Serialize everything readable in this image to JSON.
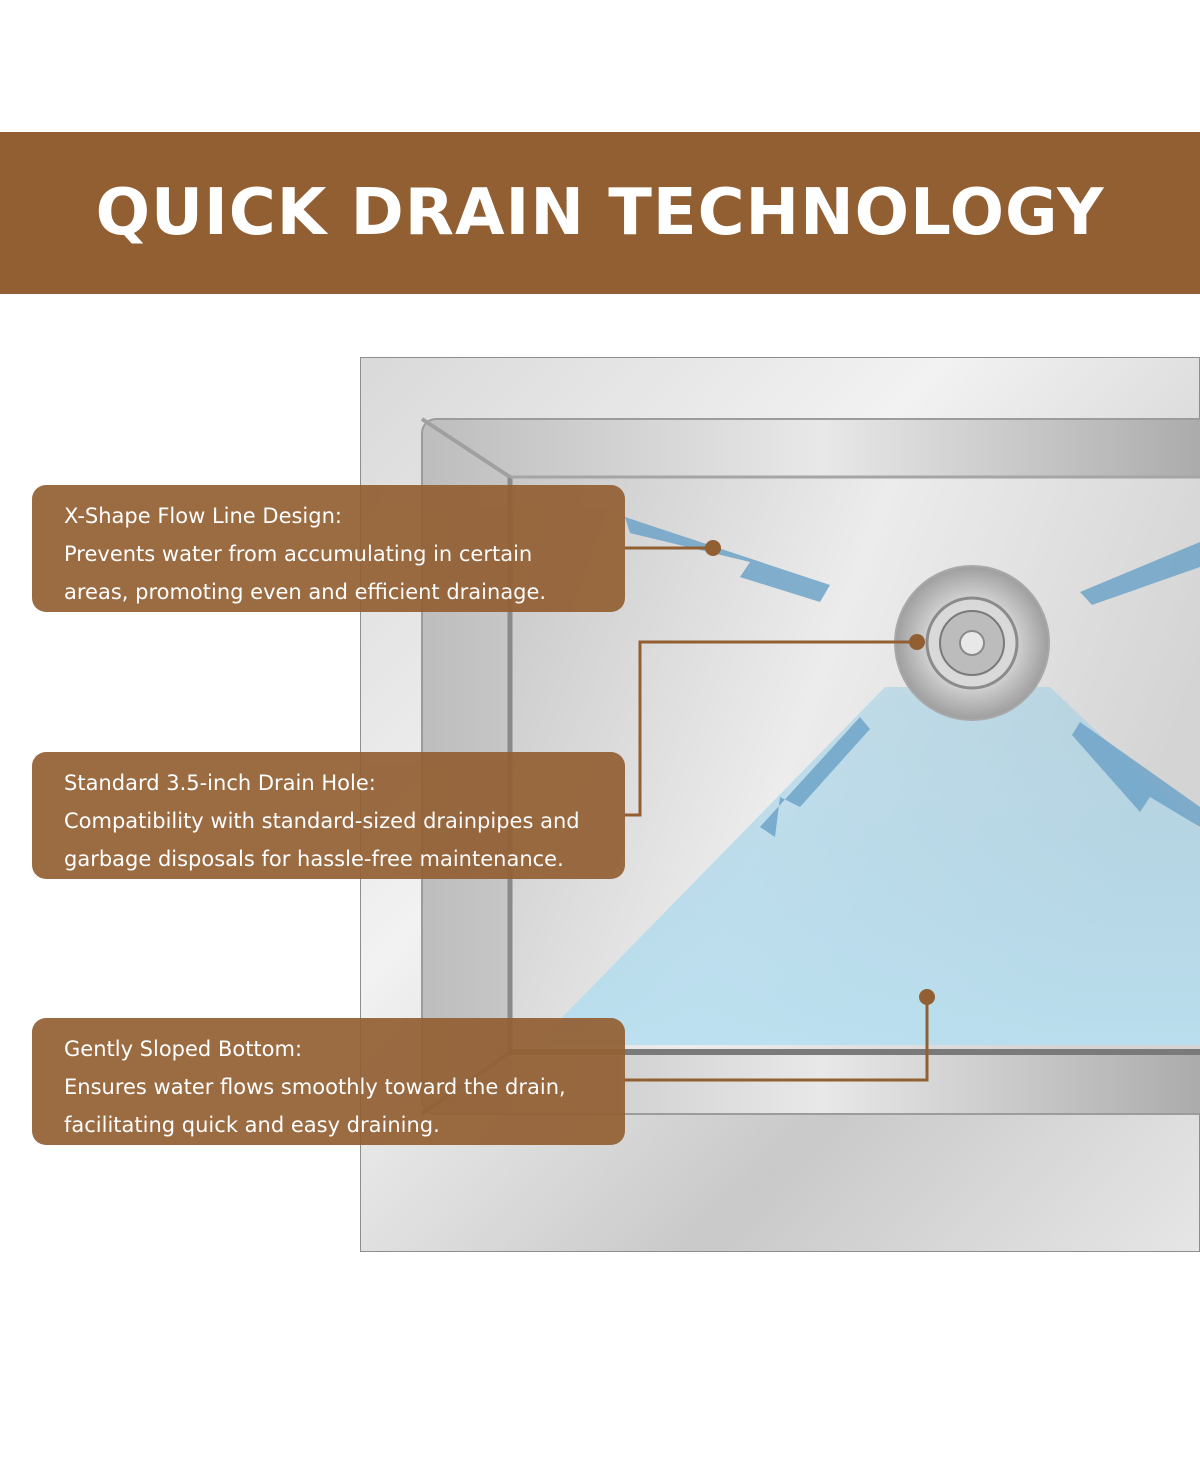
{
  "banner": {
    "title": "QUICK DRAIN TECHNOLOGY"
  },
  "colors": {
    "brand": "#925f33",
    "callout": "#935f33",
    "steel_light": "#dcdcdc",
    "steel_dark": "#9a9a9a",
    "water": "#a9d4ea",
    "arrow": "#6fa3c8"
  },
  "callouts": [
    {
      "title": "X-Shape Flow Line Design:",
      "lines": [
        "Prevents water from accumulating in certain",
        "areas, promoting even and efficient drainage."
      ]
    },
    {
      "title": "Standard 3.5-inch Drain Hole:",
      "lines": [
        "Compatibility with standard-sized drainpipes and",
        "garbage disposals for hassle-free maintenance."
      ]
    },
    {
      "title": "Gently Sloped Bottom:",
      "lines": [
        "Ensures water flows smoothly toward the drain,",
        "facilitating quick and easy draining."
      ]
    }
  ]
}
